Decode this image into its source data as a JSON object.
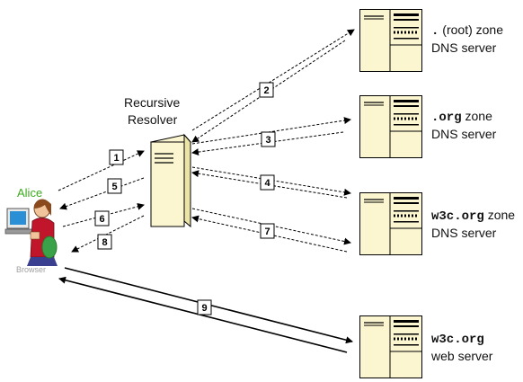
{
  "colors": {
    "server_fill": "#fbf6cf",
    "alice_label": "#3caa1e",
    "browser_label": "#a0a0a0"
  },
  "alice": {
    "name": "Alice",
    "browser_label": "Browser"
  },
  "resolver": {
    "line1": "Recursive",
    "line2": "Resolver"
  },
  "servers": {
    "root": {
      "code": ".",
      "line1_rest": " (root) zone",
      "line2": "DNS server"
    },
    "org": {
      "code": ".org",
      "line1_rest": " zone",
      "line2": "DNS server"
    },
    "w3c": {
      "code": "w3c.org",
      "line1_rest": " zone",
      "line2": "DNS server"
    },
    "web": {
      "code": "w3c.org",
      "line2": "web server"
    }
  },
  "steps": [
    "1",
    "2",
    "3",
    "4",
    "5",
    "6",
    "7",
    "8",
    "9"
  ]
}
